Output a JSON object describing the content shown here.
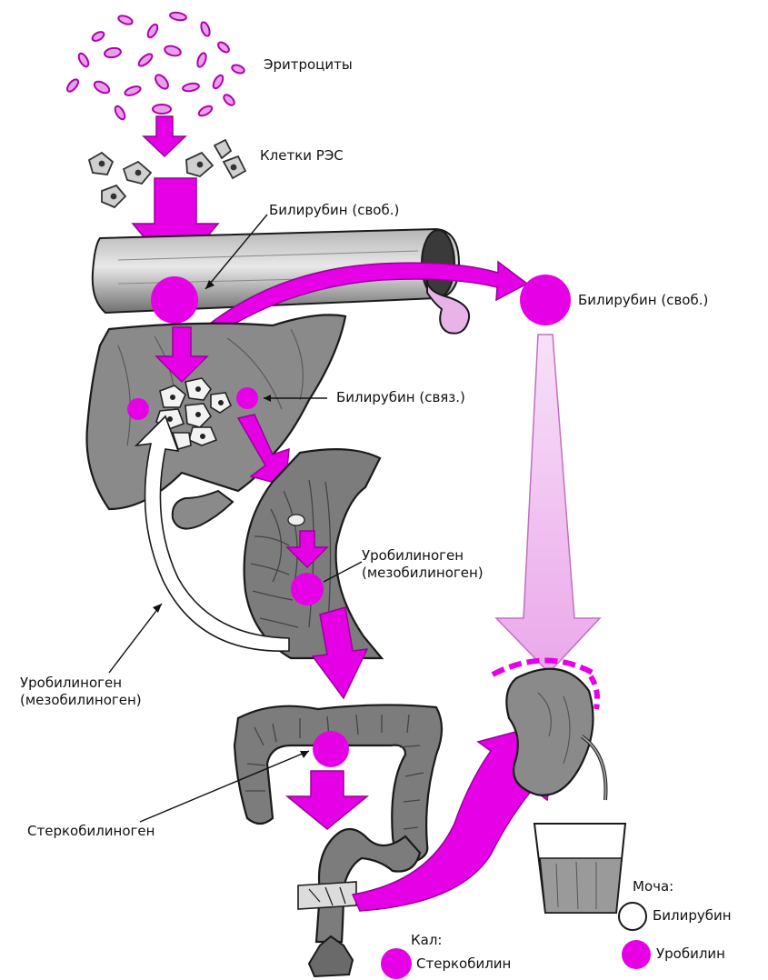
{
  "colors": {
    "magenta": "#e600e6",
    "pale_magenta": "#f0b8f0",
    "organ_gray": "#8a8a8a",
    "organ_dark": "#5a5a5a",
    "outline": "#1a1a1a"
  },
  "labels": {
    "erythrocytes": "Эритроциты",
    "res_cells": "Клетки РЭС",
    "bilirubin_free_top": "Билирубин (своб.)",
    "bilirubin_free_right": "Билирубин (своб.)",
    "bilirubin_bound": "Билирубин (связ.)",
    "urobilinogen_intestine_line1": "Уробилиноген",
    "urobilinogen_intestine_line2": "(мезобилиноген)",
    "urobilinogen_return_line1": "Уробилиноген",
    "urobilinogen_return_line2": "(мезобилиноген)",
    "stercobilinogen": "Стеркобилиноген",
    "urine_title": "Моча:",
    "urine_bilirubin": "Билирубин",
    "urine_urobilin": "Уробилин",
    "feces_title": "Кал:",
    "feces_stercobilin": "Стеркобилин"
  },
  "icons": {
    "erythrocytes": "red-blood-cells-icon",
    "res_cells": "res-cells-icon",
    "vessel": "blood-vessel-icon",
    "liver": "liver-icon",
    "duodenum": "duodenum-icon",
    "colon": "colon-icon",
    "kidney": "kidney-icon",
    "urine_glass": "urine-glass-icon",
    "feces": "feces-icon"
  }
}
